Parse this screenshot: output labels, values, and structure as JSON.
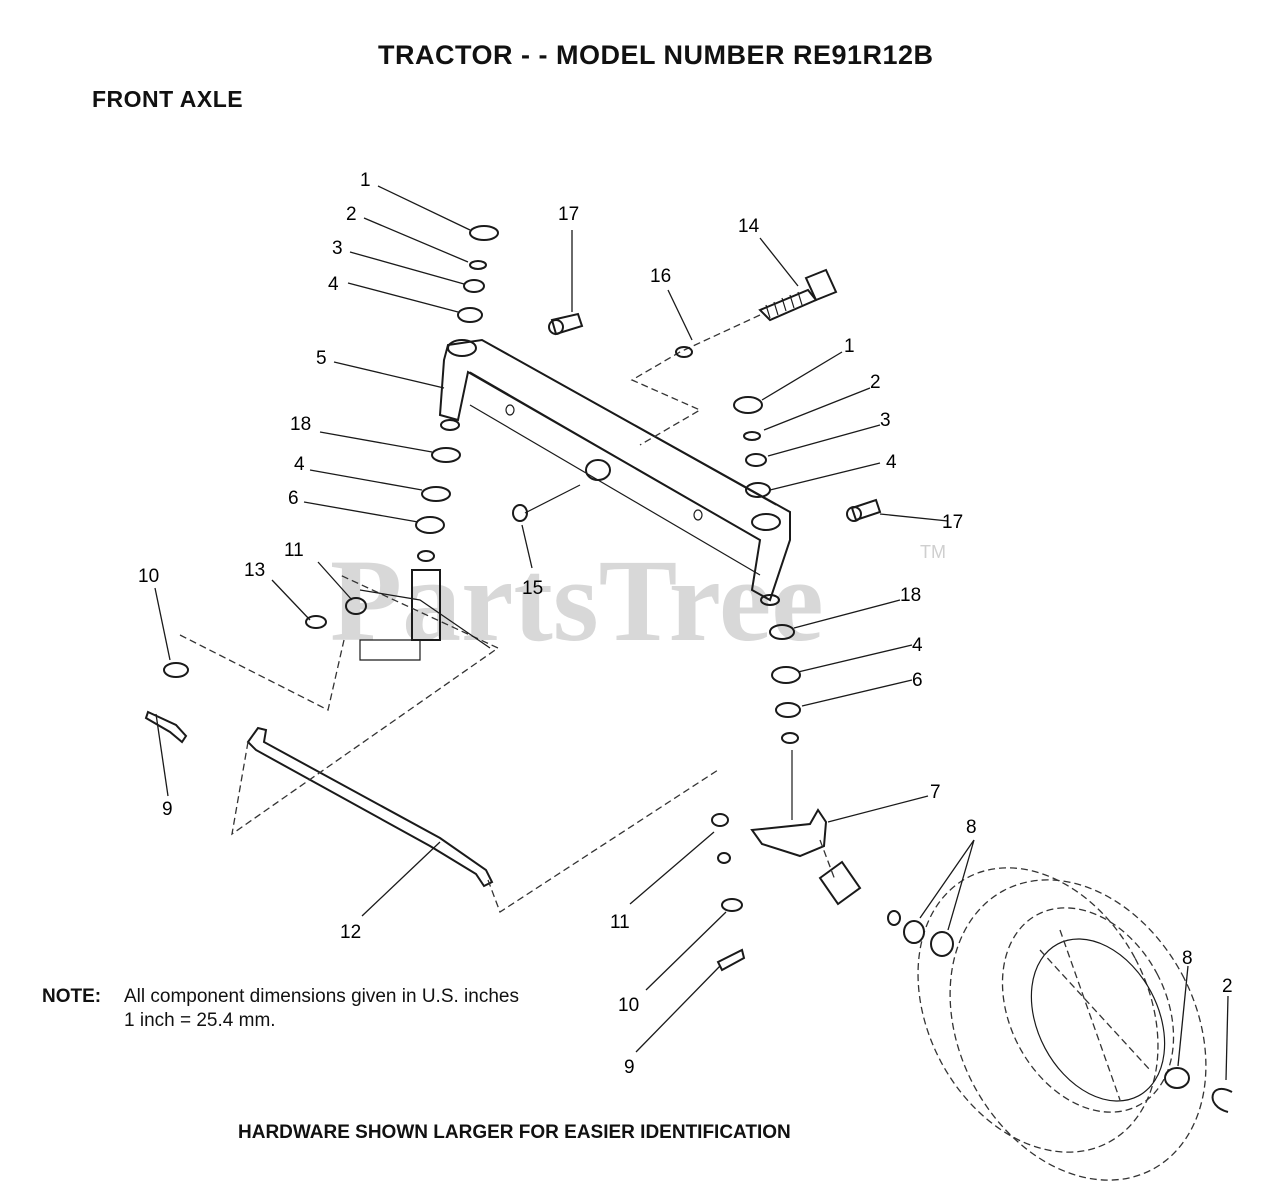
{
  "title": "TRACTOR - - MODEL NUMBER RE91R12B",
  "section": "FRONT AXLE",
  "note": {
    "label": "NOTE:",
    "line1": "All component dimensions given in U.S. inches",
    "line2": "1 inch = 25.4 mm."
  },
  "footer": "HARDWARE SHOWN LARGER FOR EASIER IDENTIFICATION",
  "watermark": {
    "text": "PartsTree",
    "tm": "TM"
  },
  "callouts": [
    {
      "id": "c1a",
      "label": "1"
    },
    {
      "id": "c2a",
      "label": "2"
    },
    {
      "id": "c3a",
      "label": "3"
    },
    {
      "id": "c4a",
      "label": "4"
    },
    {
      "id": "c17a",
      "label": "17"
    },
    {
      "id": "c14",
      "label": "14"
    },
    {
      "id": "c16",
      "label": "16"
    },
    {
      "id": "c5",
      "label": "5"
    },
    {
      "id": "c1b",
      "label": "1"
    },
    {
      "id": "c2b",
      "label": "2"
    },
    {
      "id": "c3b",
      "label": "3"
    },
    {
      "id": "c4b",
      "label": "4"
    },
    {
      "id": "c18a",
      "label": "18"
    },
    {
      "id": "c4c",
      "label": "4"
    },
    {
      "id": "c6a",
      "label": "6"
    },
    {
      "id": "c17b",
      "label": "17"
    },
    {
      "id": "c10a",
      "label": "10"
    },
    {
      "id": "c13",
      "label": "13"
    },
    {
      "id": "c11a",
      "label": "11"
    },
    {
      "id": "c15",
      "label": "15"
    },
    {
      "id": "c18b",
      "label": "18"
    },
    {
      "id": "c4d",
      "label": "4"
    },
    {
      "id": "c6b",
      "label": "6"
    },
    {
      "id": "c9a",
      "label": "9"
    },
    {
      "id": "c7",
      "label": "7"
    },
    {
      "id": "c8a",
      "label": "8"
    },
    {
      "id": "c12",
      "label": "12"
    },
    {
      "id": "c11b",
      "label": "11"
    },
    {
      "id": "c10b",
      "label": "10"
    },
    {
      "id": "c8b",
      "label": "8"
    },
    {
      "id": "c2c",
      "label": "2"
    },
    {
      "id": "c9b",
      "label": "9"
    }
  ]
}
